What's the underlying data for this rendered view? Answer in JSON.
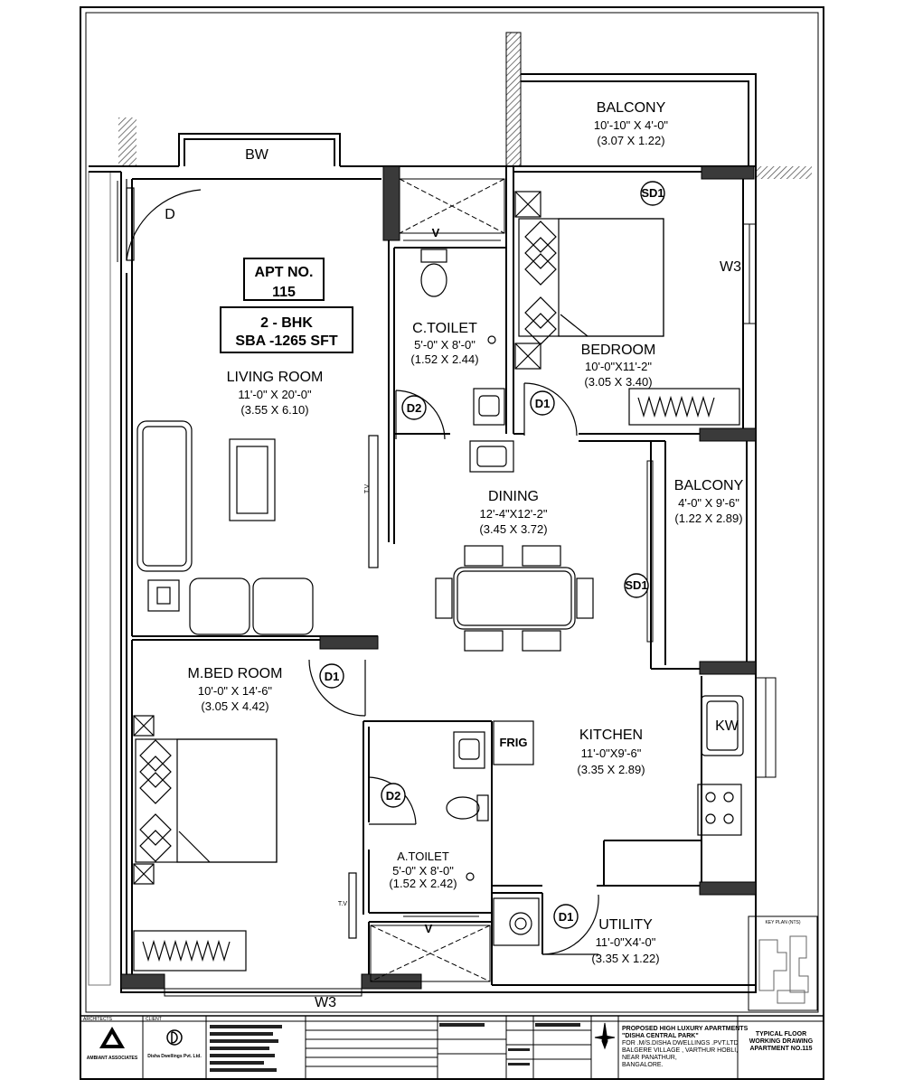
{
  "apartment": {
    "number_label": "APT NO.",
    "number": "115",
    "type": "2 - BHK",
    "area": "SBA -1265 SFT"
  },
  "rooms": {
    "balcony_top": {
      "name": "BALCONY",
      "dim_ft": "10'-10\" X 4'-0\"",
      "dim_m": "(3.07 X 1.22)"
    },
    "living": {
      "name": "LIVING ROOM",
      "dim_ft": "11'-0\" X 20'-0\"",
      "dim_m": "(3.55 X 6.10)"
    },
    "c_toilet": {
      "name": "C.TOILET",
      "dim_ft": "5'-0\" X 8'-0\"",
      "dim_m": "(1.52 X 2.44)"
    },
    "bedroom": {
      "name": "BEDROOM",
      "dim_ft": "10'-0\"X11'-2\"",
      "dim_m": "(3.05 X 3.40)"
    },
    "balcony_right": {
      "name": "BALCONY",
      "dim_ft": "4'-0\" X 9'-6\"",
      "dim_m": "(1.22 X 2.89)"
    },
    "dining": {
      "name": "DINING",
      "dim_ft": "12'-4\"X12'-2\"",
      "dim_m": "(3.45 X 3.72)"
    },
    "m_bed": {
      "name": "M.BED ROOM",
      "dim_ft": "10'-0\" X 14'-6\"",
      "dim_m": "(3.05 X 4.42)"
    },
    "kitchen": {
      "name": "KITCHEN",
      "dim_ft": "11'-0\"X9'-6\"",
      "dim_m": "(3.35 X 2.89)"
    },
    "a_toilet": {
      "name": "A.TOILET",
      "dim_ft": "5'-0\" X 8'-0\"",
      "dim_m": "(1.52 X 2.42)"
    },
    "utility": {
      "name": "UTILITY",
      "dim_ft": "11'-0\"X4'-0\"",
      "dim_m": "(3.35 X 1.22)"
    }
  },
  "tags": {
    "bw": "BW",
    "door_main": "D",
    "w3_right": "W3",
    "w3_bottom": "W3",
    "kw": "KW",
    "frig": "FRIG",
    "sd1_bed": "SD1",
    "sd1_balcony": "SD1",
    "d1_bed": "D1",
    "d1_mbed": "D1",
    "d1_utility": "D1",
    "d2_ctoilet": "D2",
    "d2_atoilet": "D2",
    "v_top": "V",
    "v_bottom": "V",
    "tv_living": "T.V",
    "tv_mbed": "T.V"
  },
  "title_block": {
    "architects_label": "ARCHITECTS",
    "architect_name": "AMBIANT ASSOCIATES",
    "client_label": "CLIENT",
    "client_name": "Disha Dwellings Pvt. Ltd.",
    "project_lines": [
      "PROPOSED HIGH LUXURY APARTMENTS",
      "\"DISHA CENTRAL PARK\"",
      "FOR .M/S.DISHA DWELLINGS .PVT.LTD",
      "BALGERE VILLAGE , VARTHUR HOBLI,",
      "NEAR PANATHUR,",
      "BANGALORE."
    ],
    "drawing_lines": [
      "TYPICAL FLOOR",
      "WORKING DRAWING",
      "APARTMENT NO.115"
    ],
    "key_plan_label": "KEY PLAN (NTS)"
  }
}
